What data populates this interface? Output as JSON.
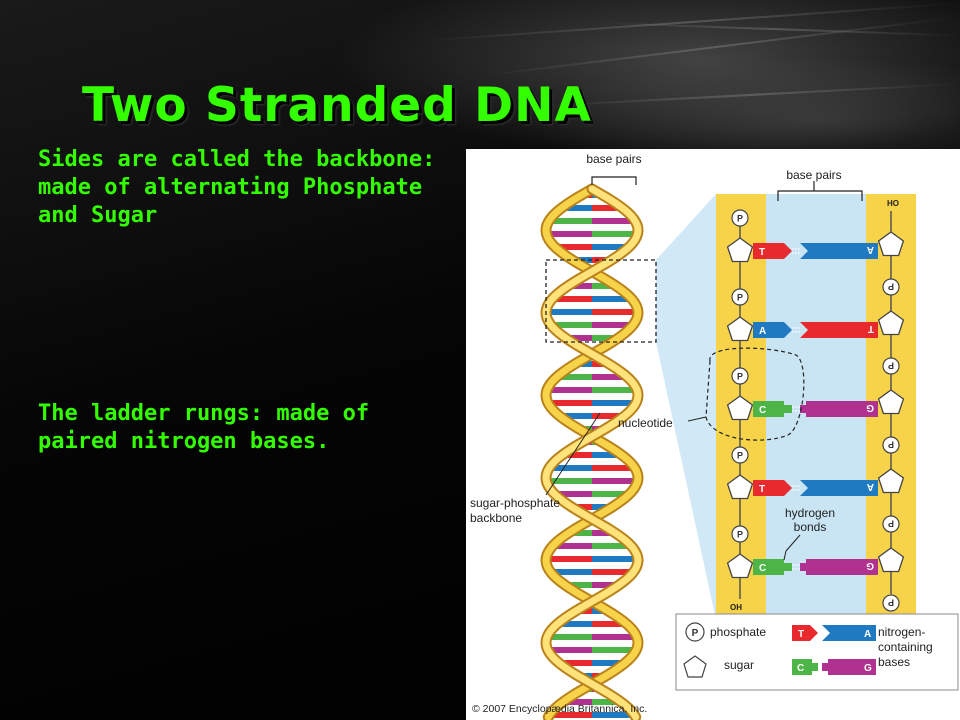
{
  "slide": {
    "title": "Two Stranded DNA",
    "bullets": [
      "Sides are called the backbone: made of alternating Phosphate and Sugar",
      "The ladder rungs: made of paired nitrogen bases."
    ]
  },
  "diagram": {
    "labels": {
      "base_pairs_top": "base pairs",
      "base_pairs_right": "base pairs",
      "ho": "HO",
      "oh": "OH",
      "nucleotide": "nucleotide",
      "sugar_phosphate_1": "sugar-phosphate",
      "sugar_phosphate_2": "backbone",
      "hydrogen_1": "hydrogen",
      "hydrogen_2": "bonds",
      "phosphate_symbol": "P"
    },
    "base_pairs": [
      {
        "left": "T",
        "right": "A"
      },
      {
        "left": "A",
        "right": "T"
      },
      {
        "left": "C",
        "right": "G"
      },
      {
        "left": "T",
        "right": "A"
      },
      {
        "left": "C",
        "right": "G"
      }
    ],
    "legend": {
      "phosphate": "phosphate",
      "sugar": "sugar",
      "bases_1": "nitrogen-",
      "bases_2": "containing",
      "bases_3": "bases",
      "sample_T": "T",
      "sample_A": "A",
      "sample_C": "C",
      "sample_G": "G"
    },
    "copyright": "© 2007 Encyclopædia Britannica, Inc."
  },
  "colors": {
    "text_green": "#33ff00",
    "backbone_yellow": "#f7d34a",
    "thymine_red": "#e8292e",
    "adenine_blue": "#1f7ac2",
    "cytosine_green": "#4db548",
    "guanine_magenta": "#b0318f",
    "panel_blue": "#c9e5f4"
  }
}
